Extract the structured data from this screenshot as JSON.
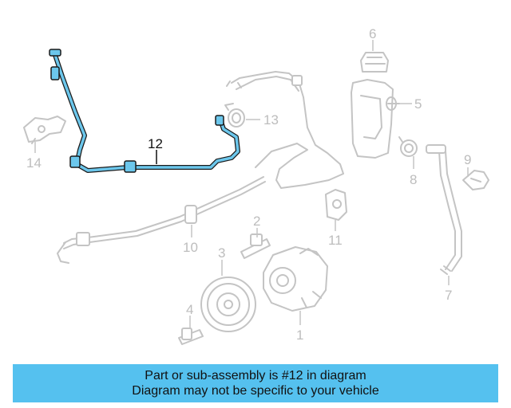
{
  "diagram": {
    "callouts": [
      {
        "id": "1",
        "label": "1",
        "highlighted": false
      },
      {
        "id": "2",
        "label": "2",
        "highlighted": false
      },
      {
        "id": "3",
        "label": "3",
        "highlighted": false
      },
      {
        "id": "4",
        "label": "4",
        "highlighted": false
      },
      {
        "id": "5",
        "label": "5",
        "highlighted": false
      },
      {
        "id": "6",
        "label": "6",
        "highlighted": false
      },
      {
        "id": "7",
        "label": "7",
        "highlighted": false
      },
      {
        "id": "8",
        "label": "8",
        "highlighted": false
      },
      {
        "id": "9",
        "label": "9",
        "highlighted": false
      },
      {
        "id": "10",
        "label": "10",
        "highlighted": false
      },
      {
        "id": "11",
        "label": "11",
        "highlighted": false
      },
      {
        "id": "12",
        "label": "12",
        "highlighted": true
      },
      {
        "id": "13",
        "label": "13",
        "highlighted": false
      },
      {
        "id": "14",
        "label": "14",
        "highlighted": false
      }
    ],
    "colors": {
      "highlight_part": "#6cc7ec",
      "ghost_part": "#c4c4c4",
      "banner": "#55c1ef"
    }
  },
  "banner": {
    "line1": "Part or sub-assembly is #12 in diagram",
    "line2": "Diagram may not be specific to your vehicle"
  }
}
